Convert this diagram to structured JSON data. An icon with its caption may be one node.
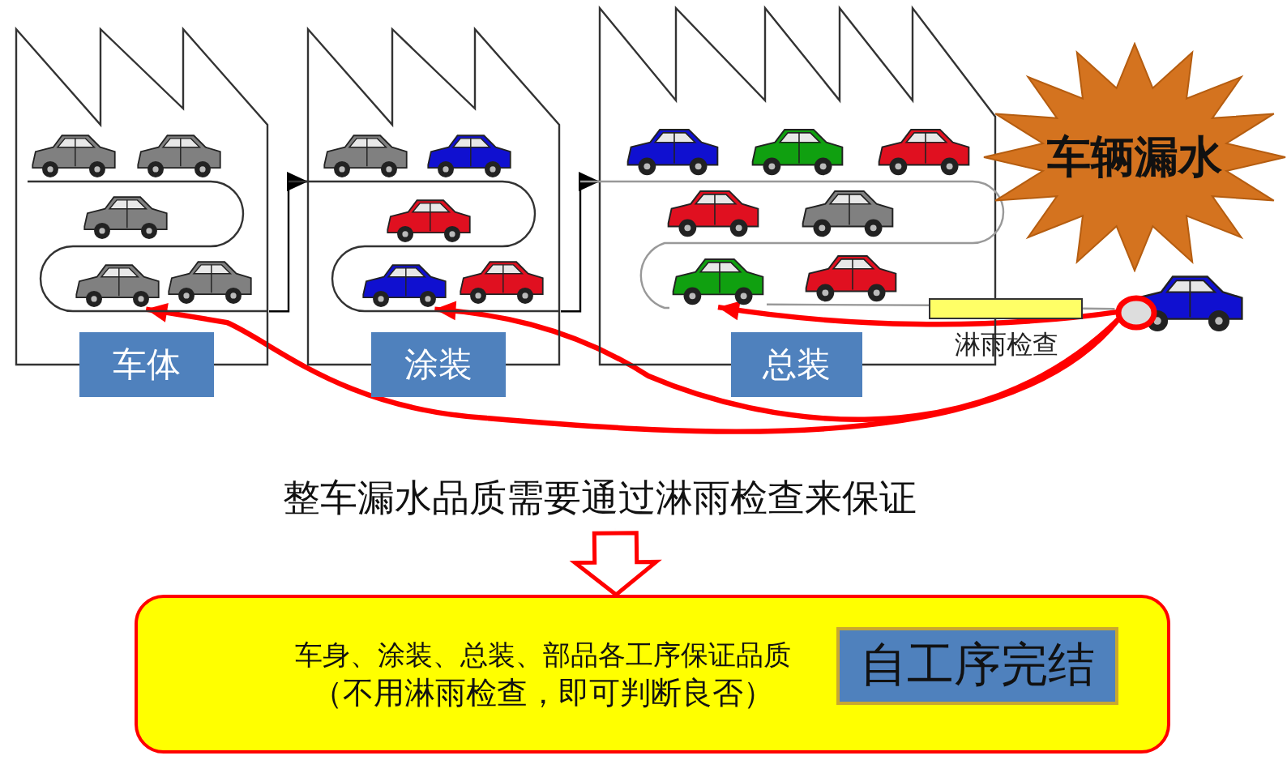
{
  "diagram": {
    "nodes": [
      {
        "text": [],
        "shape": "picture"
      },
      {
        "text": [],
        "shape": "picture",
        "in": 0
      },
      {
        "text": [
          "车体"
        ]
      },
      {
        "text": [],
        "shape": "picture"
      },
      {
        "text": [],
        "shape": "picture",
        "in": 3
      },
      {
        "text": [
          "涂装"
        ]
      },
      {
        "text": [],
        "shape": "picture"
      },
      {
        "text": [],
        "shape": "picture",
        "in": 6
      },
      {
        "text": [
          "总装"
        ]
      },
      {
        "text": [
          "车辆漏水"
        ]
      },
      {
        "text": [
          "淋雨检查"
        ]
      },
      {
        "text": [],
        "shape": "picture"
      },
      {
        "text": [
          "整车漏水品质需要通过淋雨检查来保证"
        ]
      },
      {
        "text": [
          "车身、涂装、总装、部品各工序保证品质",
          "（不用淋雨检查，即可判断良否）"
        ]
      },
      {
        "text": [
          "自工序完结"
        ],
        "in": 13
      }
    ],
    "edges": [
      {
        "from": 0,
        "to": 3,
        "arrow": "to",
        "color": "#000000"
      },
      {
        "from": 3,
        "to": 6,
        "arrow": "to",
        "color": "#000000"
      },
      {
        "from": 10,
        "to": 11,
        "arrow": "none",
        "color": "#999999"
      },
      {
        "from": 11,
        "to": 1,
        "arrow": "to",
        "style": "thick",
        "color": "#ff0000"
      },
      {
        "from": 11,
        "to": 4,
        "arrow": "to",
        "style": "thick",
        "color": "#ff0000"
      },
      {
        "from": 11,
        "to": 7,
        "arrow": "to",
        "style": "thick",
        "color": "#ff0000"
      },
      {
        "from": 12,
        "to": 13,
        "arrow": "to",
        "color": "#ff0000"
      },
      {
        "from": 7,
        "to": 10,
        "arrow": "none",
        "color": "#999999"
      }
    ]
  }
}
